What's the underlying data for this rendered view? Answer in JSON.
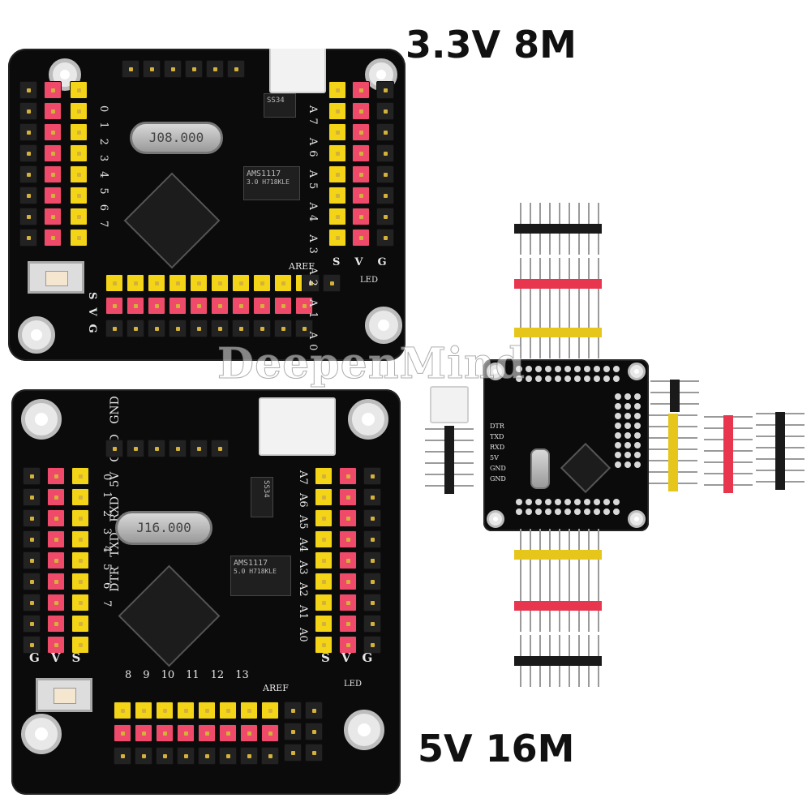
{
  "labels": {
    "top_variant": "3.3V 8M",
    "bottom_variant": "5V 16M",
    "watermark": "DeepenMind"
  },
  "top_board": {
    "crystal": "J08.000",
    "regulator": "AMS1117",
    "regulator_sub": "3.0  H718KLE",
    "diode": "SS34",
    "analog_labels": [
      "A7",
      "A6",
      "A5",
      "A4",
      "A3",
      "A2",
      "A1",
      "A0"
    ],
    "digital_labels": [
      "0",
      "1",
      "2",
      "3",
      "4",
      "5",
      "6",
      "7"
    ],
    "side_labels": [
      "G",
      "V",
      "S"
    ],
    "aref": "AREF",
    "led": "LED"
  },
  "bottom_board": {
    "crystal": "J16.000",
    "regulator": "AMS1117",
    "regulator_sub": "5.0  H718KLE",
    "diode": "SS34",
    "serial_labels": [
      "GND",
      "GND",
      "5V",
      "RXD",
      "TXD",
      "DTR"
    ],
    "analog_labels": [
      "A7",
      "A6",
      "A5",
      "A4",
      "A3",
      "A2",
      "A1",
      "A0"
    ],
    "digital_labels": [
      "0",
      "1",
      "2",
      "3",
      "4",
      "5",
      "6",
      "7"
    ],
    "bottom_labels": [
      "8",
      "9",
      "10",
      "11",
      "12",
      "13"
    ],
    "side_labels": [
      "G",
      "V",
      "S"
    ],
    "aref": "AREF",
    "led": "LED"
  },
  "small_board": {
    "serial_labels": [
      "DTR",
      "TXD",
      "RXD",
      "5V",
      "GND",
      "GND"
    ]
  },
  "colors": {
    "board": "#0b0b0b",
    "header_yellow": "#f3d417",
    "header_red": "#f04a6a",
    "header_black": "#222222"
  }
}
